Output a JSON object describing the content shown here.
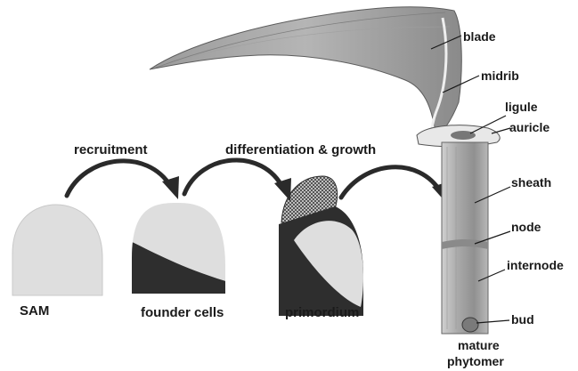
{
  "stages": {
    "sam": "SAM",
    "founder": "founder cells",
    "primordium": "primordium"
  },
  "processes": {
    "recruitment": "recruitment",
    "differentiation": "differentiation & growth"
  },
  "parts": {
    "blade": "blade",
    "midrib": "midrib",
    "ligule": "ligule",
    "auricle": "auricle",
    "sheath": "sheath",
    "node": "node",
    "internode": "internode",
    "bud": "bud"
  },
  "phytomer": {
    "line1": "mature",
    "line2": "phytomer"
  },
  "colors": {
    "dome_fill": "#dedede",
    "founder_fill": "#2e2e2e",
    "arrow": "#2a2a2a",
    "plant_light": "#bdbdbd",
    "plant_dark": "#6f6f6f"
  }
}
